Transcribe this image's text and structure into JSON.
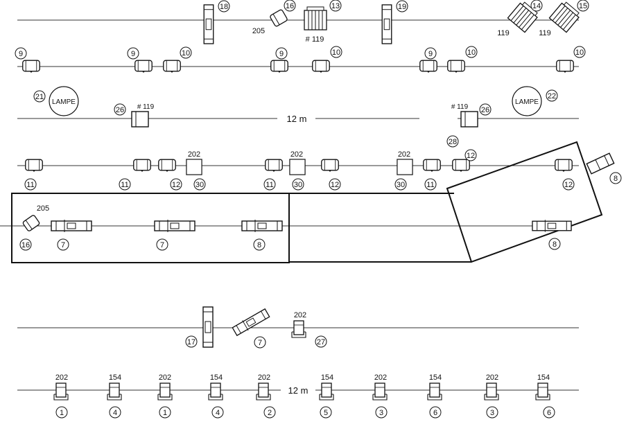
{
  "labels": {
    "c18": "18",
    "c16a": "16",
    "c13": "13",
    "c19": "19",
    "c14": "14",
    "c15": "15",
    "t205a": "205",
    "t119a": "# 119",
    "t119b": "119",
    "t119c": "119",
    "c9a": "9",
    "c9b": "9",
    "c10a": "10",
    "c9c": "9",
    "c10b": "10",
    "c9d": "9",
    "c10c": "10",
    "c10d": "10",
    "c21": "21",
    "lampe1": "LAMPE",
    "c26a": "26",
    "t119d": "# 119",
    "dim1": "12 m",
    "t119e": "# 119",
    "c26b": "26",
    "lampe2": "LAMPE",
    "c22": "22",
    "c28": "28",
    "t202a": "202",
    "t202b": "202",
    "t202c": "202",
    "c12top": "12",
    "c11a": "11",
    "c11b": "11",
    "c12a": "12",
    "c30a": "30",
    "c11c": "11",
    "c30b": "30",
    "c12b": "12",
    "c30c": "30",
    "c11d": "11",
    "c12c": "12",
    "c8top": "8",
    "t205b": "205",
    "c16b": "16",
    "c7a": "7",
    "c7b": "7",
    "c8a": "8",
    "c8b": "8",
    "c17": "17",
    "c7c": "7",
    "t202d": "202",
    "c27": "27",
    "b1": "202",
    "b2": "154",
    "b3": "202",
    "b4": "154",
    "b5": "202",
    "b6": "154",
    "b7": "202",
    "b8": "154",
    "b9": "202",
    "b10": "154",
    "dim2": "12 m",
    "n1": "1",
    "n2": "4",
    "n3": "1",
    "n4": "4",
    "n5": "2",
    "n6": "5",
    "n7": "3",
    "n8": "6",
    "n9": "3",
    "n10": "6"
  }
}
